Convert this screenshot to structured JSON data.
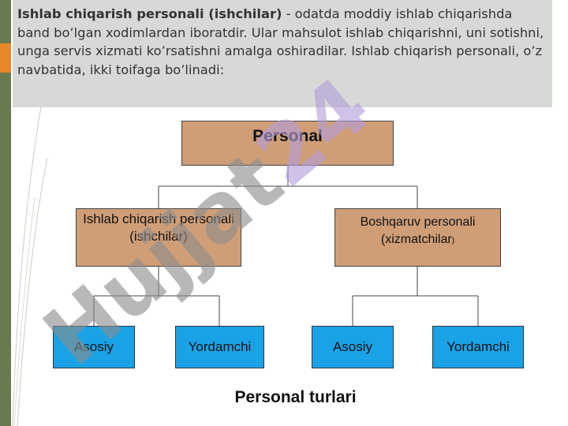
{
  "intro": {
    "bold_text": "Ishlab chiqarish personali (ishchilar)",
    "rest_text": " - odatda moddiy ishlab chiqarishda band bo’lgan xodimlardan iboratdir. Ular mahsulot ishlab chiqarishni, uni sotishni, unga servis xizmati ko’rsatishni amalga oshiradilar. Ishlab chiqarish personali, o’z navbatida, ikki toifaga bo’linadi:"
  },
  "diagram": {
    "root": "Personal",
    "left_branch": "Ishlab chiqarish personali (ishchilar)",
    "right_branch": "Boshqaruv personali (xizmatchilar",
    "right_branch_suffix": ")",
    "left_leaves": [
      "Asosiy",
      "Yordamchi"
    ],
    "right_leaves": [
      "Asosiy",
      "Yordamchi"
    ]
  },
  "caption": "Personal turlari",
  "watermark": "Hujjat24",
  "colors": {
    "branch_fill": "#cf9e77",
    "leaf_fill": "#1aa2e6",
    "text_panel": "#d6d9d5",
    "left_bar": "#6b7a4e",
    "accent_tab": "#e8862a",
    "watermark_gray": "#8c8c8c",
    "watermark_purple": "#b39ddb"
  }
}
